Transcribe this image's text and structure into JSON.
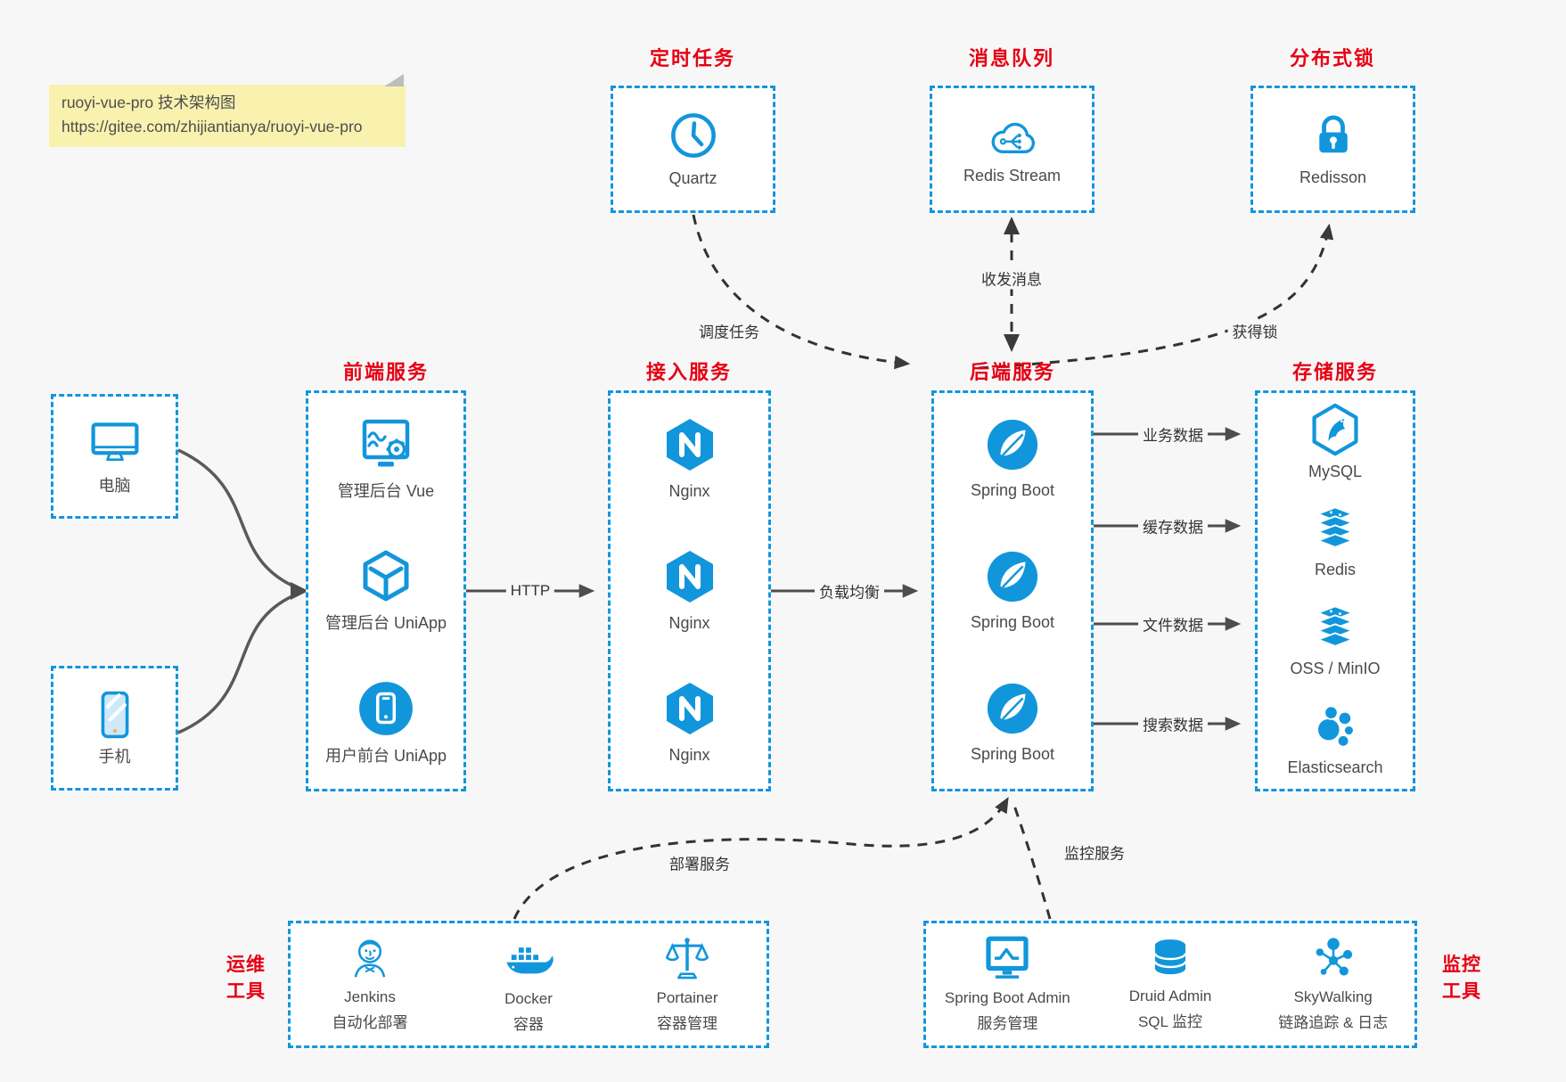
{
  "note": {
    "line1": "ruoyi-vue-pro 技术架构图",
    "line2": "https://gitee.com/zhijiantianya/ruoyi-vue-pro"
  },
  "colors": {
    "accent_blue": "#1296db",
    "title_red": "#e60012",
    "solid_arrow": "#4d4d4d",
    "dashed_arrow": "#333333",
    "note_bg": "#f9f1ae",
    "page_bg": "#f7f7f8"
  },
  "top_services": [
    {
      "title": "定时任务",
      "name": "Quartz",
      "icon": "clock-icon"
    },
    {
      "title": "消息队列",
      "name": "Redis Stream",
      "icon": "cloud-mq-icon"
    },
    {
      "title": "分布式锁",
      "name": "Redisson",
      "icon": "lock-icon"
    }
  ],
  "clients": [
    {
      "name": "电脑",
      "icon": "computer-icon"
    },
    {
      "name": "手机",
      "icon": "phone-icon"
    }
  ],
  "columns": {
    "frontend": {
      "title": "前端服务",
      "items": [
        "管理后台 Vue",
        "管理后台 UniApp",
        "用户前台 UniApp"
      ]
    },
    "gateway": {
      "title": "接入服务",
      "items": [
        "Nginx",
        "Nginx",
        "Nginx"
      ]
    },
    "backend": {
      "title": "后端服务",
      "items": [
        "Spring Boot",
        "Spring Boot",
        "Spring Boot"
      ]
    },
    "storage": {
      "title": "存储服务",
      "items": [
        "MySQL",
        "Redis",
        "OSS / MinIO",
        "Elasticsearch"
      ]
    }
  },
  "edges": {
    "http": "HTTP",
    "load_balance": "负载均衡",
    "business_data": "业务数据",
    "cache_data": "缓存数据",
    "file_data": "文件数据",
    "search_data": "搜索数据",
    "schedule": "调度任务",
    "message": "收发消息",
    "lock": "获得锁",
    "deploy": "部署服务",
    "monitor": "监控服务"
  },
  "ops": {
    "label_line1": "运维",
    "label_line2": "工具",
    "items": [
      {
        "name": "Jenkins",
        "desc": "自动化部署"
      },
      {
        "name": "Docker",
        "desc": "容器"
      },
      {
        "name": "Portainer",
        "desc": "容器管理"
      }
    ]
  },
  "monitoring": {
    "label_line1": "监控",
    "label_line2": "工具",
    "items": [
      {
        "name": "Spring Boot Admin",
        "desc": "服务管理"
      },
      {
        "name": "Druid Admin",
        "desc": "SQL 监控"
      },
      {
        "name": "SkyWalking",
        "desc": "链路追踪 & 日志"
      }
    ]
  }
}
